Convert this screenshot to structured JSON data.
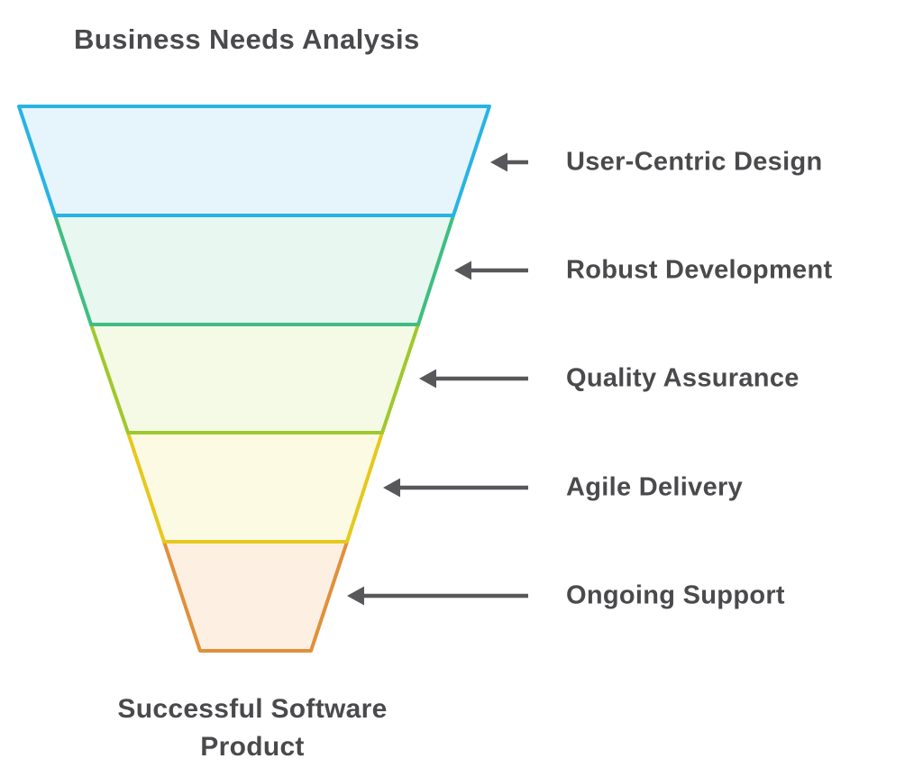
{
  "title": "Business Needs Analysis",
  "funnel": {
    "stages": [
      {
        "label": "User-Centric Design",
        "fill": "#e6f5fc",
        "border": "#29b3e4"
      },
      {
        "label": "Robust Development",
        "fill": "#e8f7f0",
        "border": "#3fbe82"
      },
      {
        "label": "Quality Assurance",
        "fill": "#f5fae6",
        "border": "#a0c82e"
      },
      {
        "label": "Agile Delivery",
        "fill": "#fdfae3",
        "border": "#e6c81e"
      },
      {
        "label": "Ongoing Support",
        "fill": "#fdf0e3",
        "border": "#e0903c"
      }
    ],
    "caption": "Successful Software Product",
    "colors": {
      "arrow": "#58585b",
      "text": "#4a4a4d"
    }
  }
}
